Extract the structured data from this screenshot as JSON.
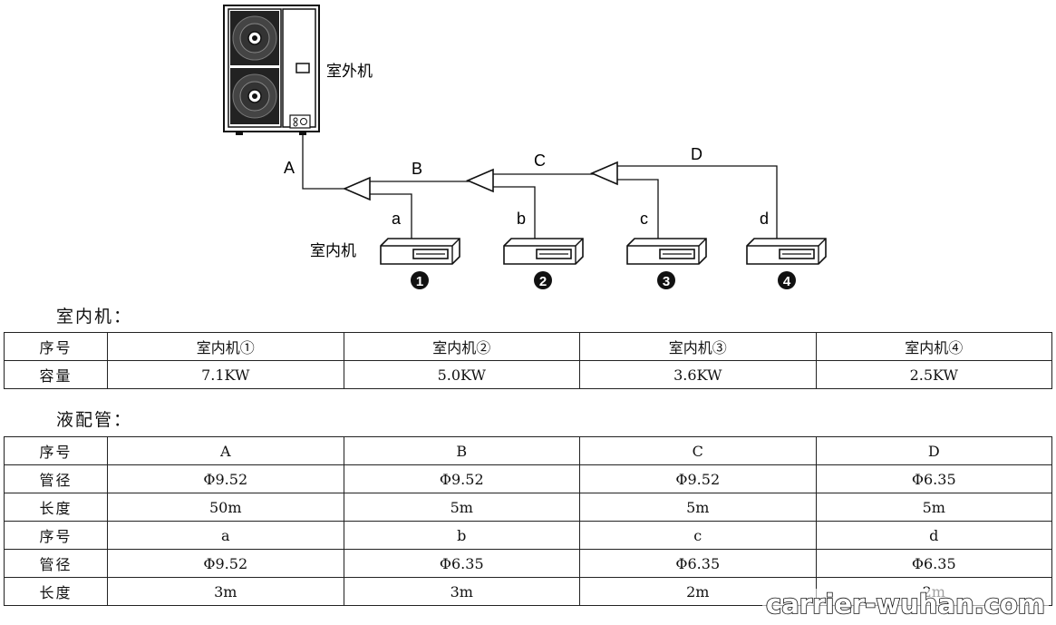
{
  "diagram": {
    "outdoor_label": "室外机",
    "indoor_label": "室内机",
    "main_pipes": [
      "A",
      "B",
      "C",
      "D"
    ],
    "branch_pipes": [
      "a",
      "b",
      "c",
      "d"
    ],
    "unit_numbers": [
      "1",
      "2",
      "3",
      "4"
    ]
  },
  "indoor": {
    "title": "室内机：",
    "rows": [
      [
        "序号",
        "室内机①",
        "室内机②",
        "室内机③",
        "室内机④"
      ],
      [
        "容量",
        "7.1KW",
        "5.0KW",
        "3.6KW",
        "2.5KW"
      ]
    ]
  },
  "liquid": {
    "title": "液配管：",
    "rows": [
      [
        "序号",
        "A",
        "B",
        "C",
        "D"
      ],
      [
        "管径",
        "Φ9.52",
        "Φ9.52",
        "Φ9.52",
        "Φ6.35"
      ],
      [
        "长度",
        "50m",
        "5m",
        "5m",
        "5m"
      ],
      [
        "序号",
        "a",
        "b",
        "c",
        "d"
      ],
      [
        "管径",
        "Φ9.52",
        "Φ6.35",
        "Φ6.35",
        "Φ6.35"
      ],
      [
        "长度",
        "3m",
        "3m",
        "2m",
        "2m"
      ]
    ]
  },
  "watermark": "carrier-wuhan.com"
}
